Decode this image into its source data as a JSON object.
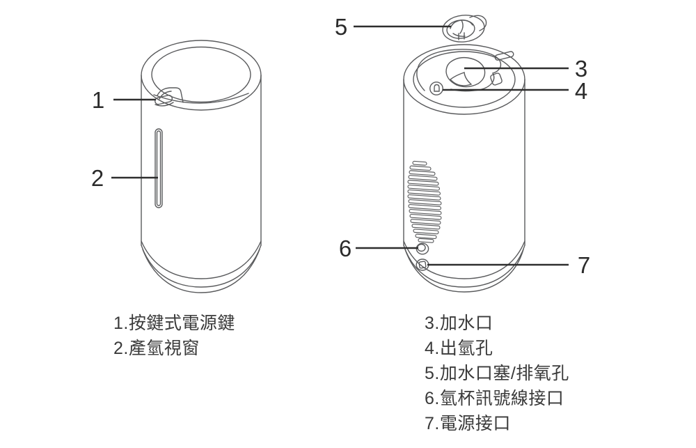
{
  "diagram": {
    "callouts": [
      {
        "num": "1"
      },
      {
        "num": "2"
      },
      {
        "num": "3"
      },
      {
        "num": "4"
      },
      {
        "num": "5"
      },
      {
        "num": "6"
      },
      {
        "num": "7"
      }
    ]
  },
  "legend": {
    "left": {
      "items": [
        "1.按鍵式電源鍵",
        "2.產氫視窗"
      ]
    },
    "right": {
      "items": [
        "3.加水口",
        "4.出氫孔",
        "5.加水口塞/排氧孔",
        "6.氫杯訊號線接口",
        "7.電源接口"
      ]
    }
  },
  "colors": {
    "line": "#595a5c",
    "leader": "#2e2e2e",
    "text": "#3a3a3a",
    "background": "#ffffff"
  }
}
